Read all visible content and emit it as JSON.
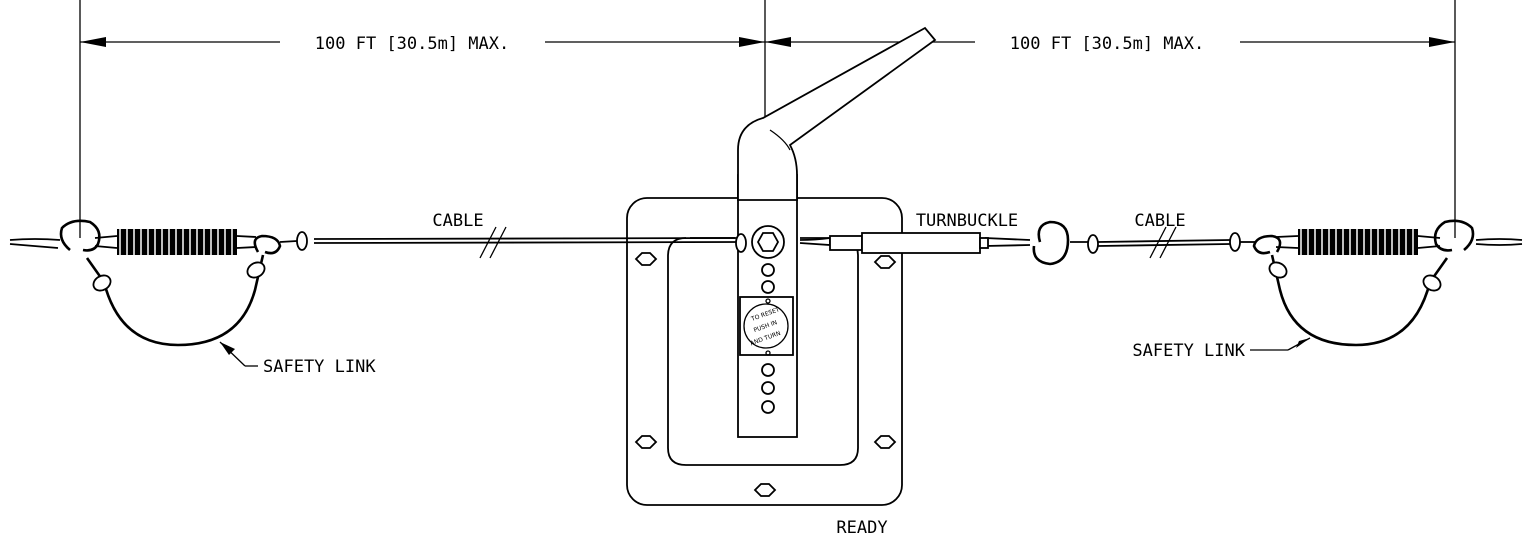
{
  "labels": {
    "dim_left": "100 FT [30.5m] MAX.",
    "dim_right": "100 FT [30.5m] MAX.",
    "cable_left": "CABLE",
    "cable_right": "CABLE",
    "turnbuckle": "TURNBUCKLE",
    "safety_link_left": "SAFETY LINK",
    "safety_link_right": "SAFETY LINK",
    "ready": "READY",
    "reset_line1": "TO RESET",
    "reset_line2": "PUSH IN",
    "reset_line3": "AND TURN"
  },
  "colors": {
    "line": "#000000",
    "background": "#ffffff"
  }
}
